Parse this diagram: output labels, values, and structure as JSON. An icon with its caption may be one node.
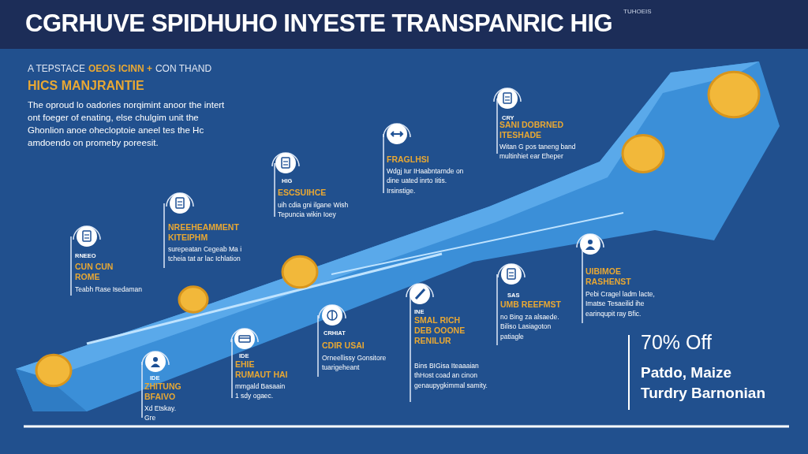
{
  "diagram": {
    "title": "CGRHUVE SPIDHUHO INYESTE TRANSPANRIC HIG",
    "labels": [
      "TUHOEIS",
      "A TEPSTACE",
      "OEOS ICINN +",
      "CON THAND",
      "HICS MANJRANTIE",
      "The oproud lo oadories norqimint anoor the intert ont foeger of enating, else chulgim unit the Ghonlion anoe ohecloptoie aneel tes the Hc amdoendo on promeby poreesit.",
      "CRY",
      "SANI DOBRNED ITESHADE",
      "Witan G pos taneng band multinhiet ear Eheper",
      "FRAGLHSI",
      "Wdgj Iur IHaabntarnde on dine uated inrto Iitis. Irsinstige.",
      "HIG",
      "ESCSUIHCE",
      "uih cdia gni ilgane Wish Tepuncia wikin Ioey",
      "NREEHEAMMENT KITEIPHM",
      "surepeatan Cegeab Ma i tcheia tat ar lac Ichlation",
      "RNEEO",
      "CUN CUN ROME",
      "Teabh Rase Isedaman",
      "UIBIMOE RASHENST",
      "Pebi Cragel ladm lacte, Imatse Tesaeilid ihe earinqupit ray Bfic.",
      "SAS",
      "UMB REEFMST",
      "no Bing za alsaede. Biliso Lasiagoton patiagle",
      "INE",
      "SMAL RICH DEB OOONE RENILUR",
      "Bins BIGisa Iteaaaian thHost coad an cinon genaupygkimmal samity.",
      "CRHIAT",
      "CDIR USAI",
      "Orneellissy Gonsitore tuarigeheant",
      "IDE",
      "EHIE RUMAUT HAI",
      "mmgald Basaain 1 sdy ogaec.",
      "IDE",
      "ZHITUNG BFAIVO",
      "Xd Etskay. Gre",
      "70% Off",
      "Patdo, Maize",
      "Turdry Barnonian"
    ]
  }
}
